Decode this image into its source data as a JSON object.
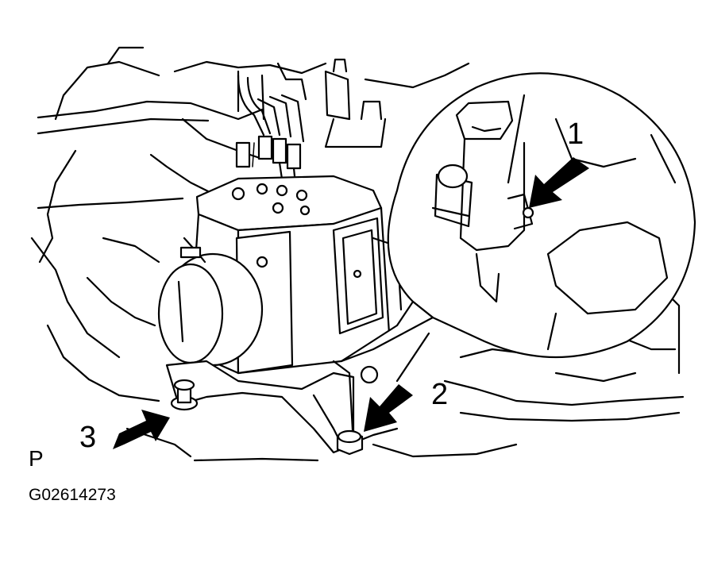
{
  "callouts": {
    "one": "1",
    "two": "2",
    "three": "3"
  },
  "view_label": "P",
  "figure_id": "G02614273"
}
